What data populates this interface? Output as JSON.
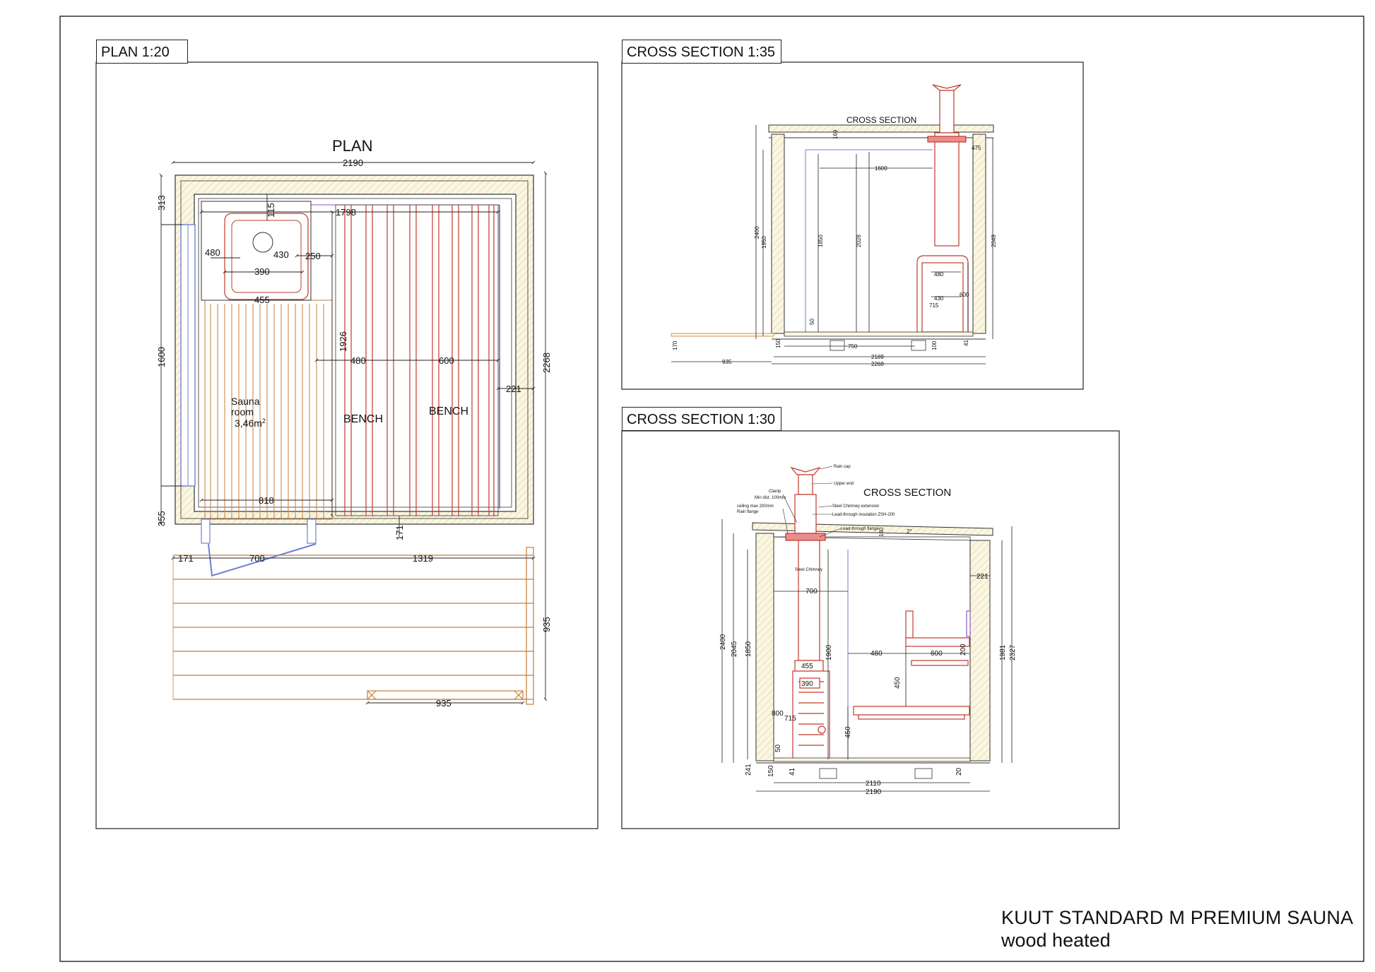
{
  "sheet": {
    "title": "KUUT STANDARD M PREMIUM SAUNA",
    "subtitle": "wood heated"
  },
  "plan": {
    "frame_label": "PLAN 1:20",
    "heading": "PLAN",
    "room_label_line1": "Sauna",
    "room_label_line2": "room",
    "room_area": "3,46m",
    "room_area_sup": "2",
    "bench_1": "BENCH",
    "bench_2": "BENCH",
    "dims": {
      "overall_width": "2190",
      "inner_width": "1798",
      "stove_offset": "115",
      "stove_depth": "480",
      "stove_inner": "430",
      "stove_gap": "250",
      "stove_core": "390",
      "stove_base": "455",
      "bench_length": "1926",
      "bench_1_depth": "480",
      "bench_2_depth": "600",
      "wall_right": "221",
      "total_depth": "2268",
      "left_top": "313",
      "left_mid": "1600",
      "left_bottom": "355",
      "floor_width": "818",
      "wall_bottom": "171",
      "door_offset": "171",
      "door_width": "700",
      "front_right": "1319",
      "terrace_depth": "935",
      "step_width": "935"
    }
  },
  "section_top": {
    "frame_label": "CROSS SECTION 1:35",
    "heading": "CROSS SECTION",
    "dims": {
      "roof": "169",
      "inner_width": "1600",
      "chimney_offset": "475",
      "total_height": "2400",
      "left_height": "1950",
      "door_height": "1850",
      "inner_height": "2028",
      "right_height": "2049",
      "stove_depth": "480",
      "stove_inner": "430",
      "stove_height": "600",
      "stove_base": "715",
      "floor_gap": "50",
      "terrace": "170",
      "sill": "150",
      "floor_span": "750",
      "skid": "100",
      "skid_right": "41",
      "outer_width": "2189",
      "total_width": "2268",
      "terrace_len": "935"
    }
  },
  "section_bottom": {
    "frame_label": "CROSS SECTION 1:30",
    "heading": "CROSS SECTION",
    "callouts": {
      "rain_cap": "Rain cap",
      "upper_end": "Upper end",
      "clamp": "Clamp",
      "min_dist": "Min dist. 100mm",
      "steel_ext": "Steel Chimney extension",
      "ceiling_max": "ceiling max 200mm",
      "rain_flange": "Rain flange",
      "lead_insulation": "Lead-through insulation ZSH-200",
      "lead_flange": "Lead-through flange",
      "steel_chimney": "Steel Chimney"
    },
    "dims": {
      "roof_thk": "160",
      "slope": "2°",
      "wall_right": "221",
      "stove_clear": "700",
      "total_height": "2400",
      "left_height": "2045",
      "inner_height": "1850",
      "chimney_height": "1900",
      "right_inner": "1981",
      "right_total": "2327",
      "stove_base": "455",
      "stove_core": "390",
      "stove_height": "800",
      "stove_lower": "715",
      "floor_gap": "50",
      "bench_lower": "450",
      "bench_upper": "450",
      "bench_1": "480",
      "bench_2": "600",
      "backrest": "200",
      "left_base": "241",
      "sill": "150",
      "skid": "41",
      "skid_right": "20",
      "inner_width": "2110",
      "outer_width": "2190"
    }
  }
}
